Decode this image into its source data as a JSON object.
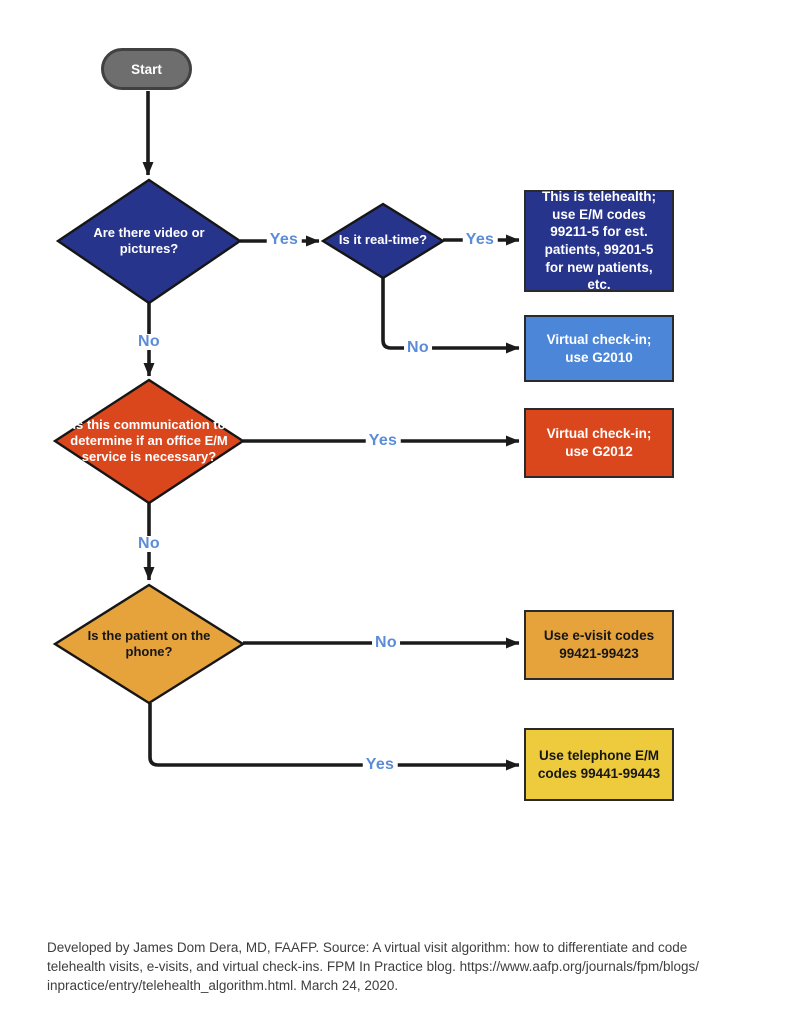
{
  "flowchart": {
    "title_semantic": "telehealth-coding-algorithm",
    "start": {
      "label": "Start"
    },
    "decisions": [
      {
        "id": "video",
        "label": "Are there video or pictures?",
        "color": "#27348c",
        "text_color": "#ffffff"
      },
      {
        "id": "realtime",
        "label": "Is it real-time?",
        "color": "#27348c",
        "text_color": "#ffffff"
      },
      {
        "id": "office-em",
        "label": "Is this communication to determine if an office E/M service is necessary?",
        "color": "#db471d",
        "text_color": "#ffffff"
      },
      {
        "id": "phone",
        "label": "Is the patient on the phone?",
        "color": "#e6a33c",
        "text_color": "#161616"
      }
    ],
    "outcomes": [
      {
        "id": "telehealth",
        "label": "This is telehealth; use E/M codes 99211-5 for est. patients, 99201-5 for new patients, etc.",
        "color": "#27348c",
        "text_color": "#ffffff"
      },
      {
        "id": "g2010",
        "label": "Virtual check-in; use G2010",
        "color": "#4c86d8",
        "text_color": "#ffffff"
      },
      {
        "id": "g2012",
        "label": "Virtual check-in; use G2012",
        "color": "#db471d",
        "text_color": "#ffffff"
      },
      {
        "id": "evisit",
        "label": "Use e-visit codes 99421-99423",
        "color": "#e6a33c",
        "text_color": "#161616"
      },
      {
        "id": "telephone",
        "label": "Use telephone E/M codes 99441-99443",
        "color": "#edcb3c",
        "text_color": "#161616"
      }
    ],
    "edges": [
      {
        "from": "video",
        "to": "realtime",
        "label": "Yes"
      },
      {
        "from": "realtime",
        "to": "telehealth",
        "label": "Yes"
      },
      {
        "from": "realtime",
        "to": "g2010",
        "label": "No"
      },
      {
        "from": "video",
        "to": "office-em",
        "label": "No"
      },
      {
        "from": "office-em",
        "to": "g2012",
        "label": "Yes"
      },
      {
        "from": "office-em",
        "to": "phone",
        "label": "No"
      },
      {
        "from": "phone",
        "to": "evisit",
        "label": "No"
      },
      {
        "from": "phone",
        "to": "telephone",
        "label": "Yes"
      }
    ],
    "colors": {
      "line": "#1b1b1b",
      "edge_label": "#5c8cd8",
      "start_fill": "#6e6e6e",
      "start_border": "#414141"
    }
  },
  "footer": {
    "lines": [
      "Developed by James Dom Dera, MD, FAAFP. Source: A virtual visit algorithm: how to differentiate and code",
      "telehealth visits, e-visits, and virtual check-ins. FPM In Practice blog. https://www.aafp.org/journals/fpm/blogs/",
      "inpractice/entry/telehealth_algorithm.html. March 24, 2020."
    ]
  }
}
